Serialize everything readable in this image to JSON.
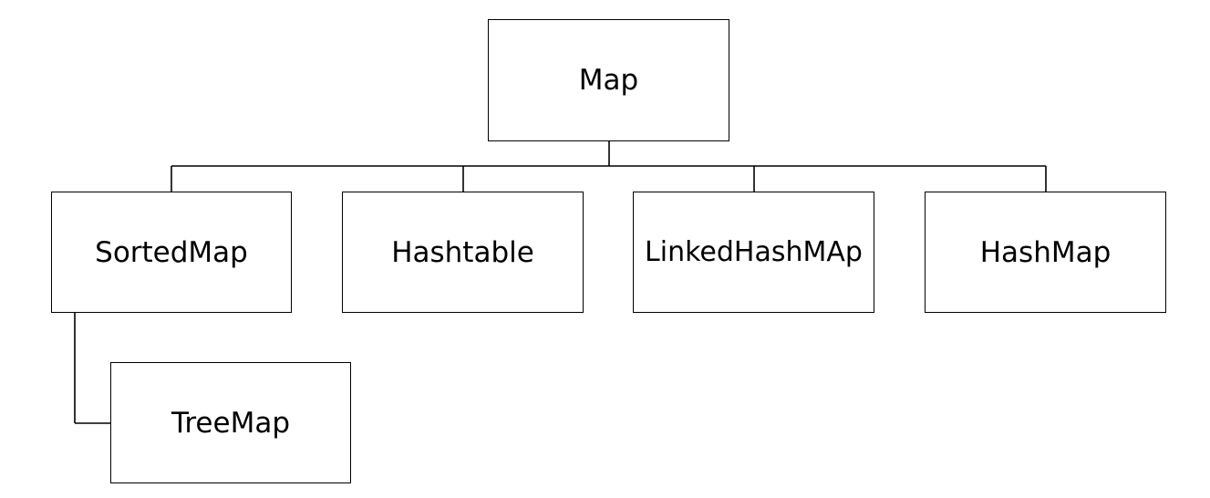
{
  "diagram": {
    "colors": {
      "line": "#000000",
      "box_border": "#000000",
      "background": "#ffffff"
    },
    "nodes": {
      "map": "Map",
      "sorted_map": "SortedMap",
      "hashtable": "Hashtable",
      "linked_hash_map": "LinkedHashMAp",
      "hash_map": "HashMap",
      "tree_map": "TreeMap"
    },
    "edges": [
      {
        "from": "Map",
        "to": "SortedMap"
      },
      {
        "from": "Map",
        "to": "Hashtable"
      },
      {
        "from": "Map",
        "to": "LinkedHashMAp"
      },
      {
        "from": "Map",
        "to": "HashMap"
      },
      {
        "from": "SortedMap",
        "to": "TreeMap"
      }
    ]
  }
}
